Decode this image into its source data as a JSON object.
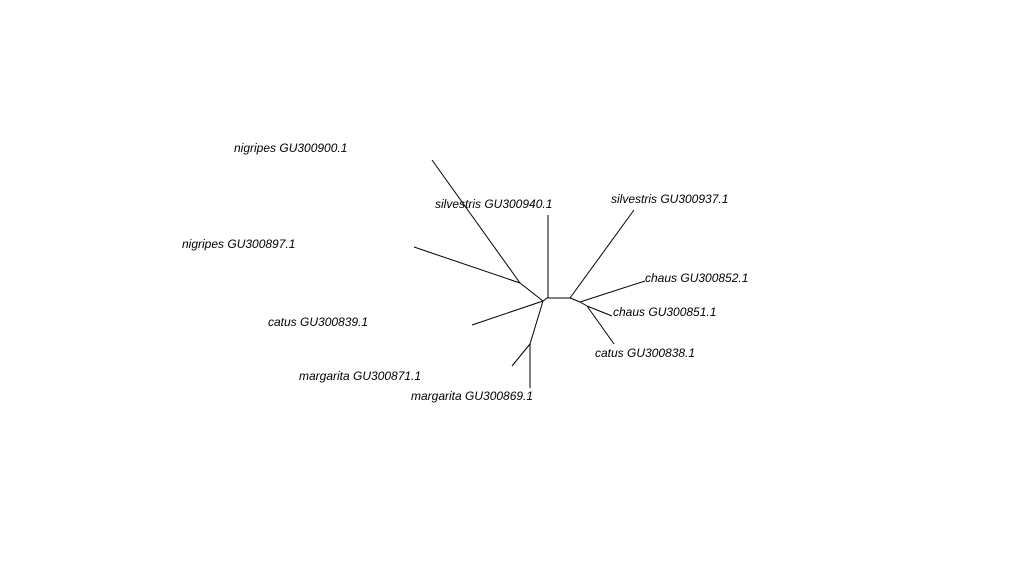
{
  "tree": {
    "tips": [
      {
        "id": "t1",
        "label": "nigripes GU300900.1"
      },
      {
        "id": "t2",
        "label": "silvestris GU300940.1"
      },
      {
        "id": "t3",
        "label": "silvestris GU300937.1"
      },
      {
        "id": "t4",
        "label": "nigripes GU300897.1"
      },
      {
        "id": "t5",
        "label": "chaus GU300852.1"
      },
      {
        "id": "t6",
        "label": "chaus GU300851.1"
      },
      {
        "id": "t7",
        "label": "catus GU300839.1"
      },
      {
        "id": "t8",
        "label": "catus GU300838.1"
      },
      {
        "id": "t9",
        "label": "margarita GU300871.1"
      },
      {
        "id": "t10",
        "label": "margarita GU300869.1"
      }
    ],
    "line_color": "#000000"
  }
}
